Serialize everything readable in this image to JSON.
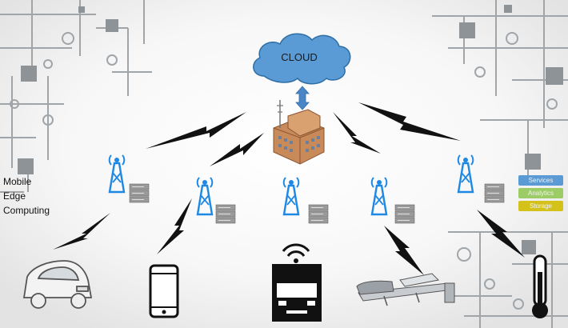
{
  "cloud": {
    "label": "CLOUD",
    "color": "#5b9bd5"
  },
  "edge_label": [
    "Mobile",
    "Edge",
    "Computing"
  ],
  "services": [
    {
      "label": "Services",
      "color": "#5b9bd5"
    },
    {
      "label": "Analytics",
      "color": "#9ccc65"
    },
    {
      "label": "Storage",
      "color": "#d4c21a"
    }
  ],
  "colors": {
    "tower": "#1e88e5",
    "bolt": "#111111",
    "circuit": "#9aa0a6",
    "server": "#8a8a8a"
  },
  "icons": [
    "car-icon",
    "smartphone-icon",
    "truck-icon",
    "drone-icon",
    "thermometer-icon",
    "building-icon"
  ]
}
